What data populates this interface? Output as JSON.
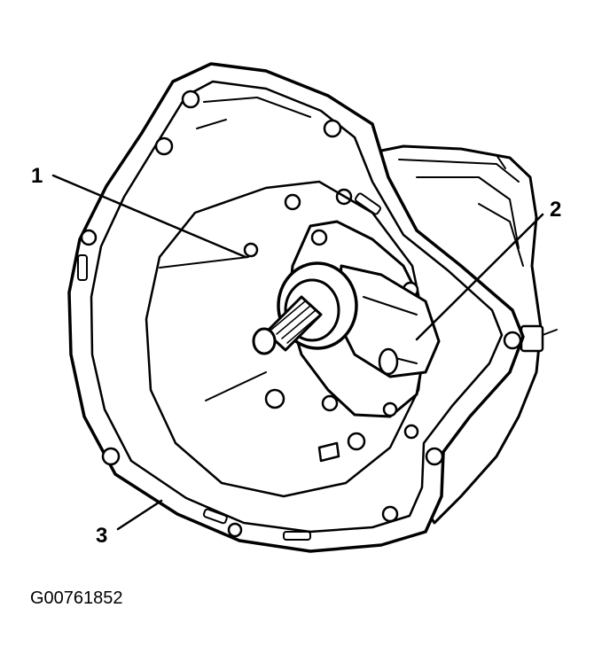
{
  "callouts": [
    {
      "id": "1",
      "text": "1"
    },
    {
      "id": "2",
      "text": "2"
    },
    {
      "id": "3",
      "text": "3"
    }
  ],
  "figure_id": "G00761852"
}
